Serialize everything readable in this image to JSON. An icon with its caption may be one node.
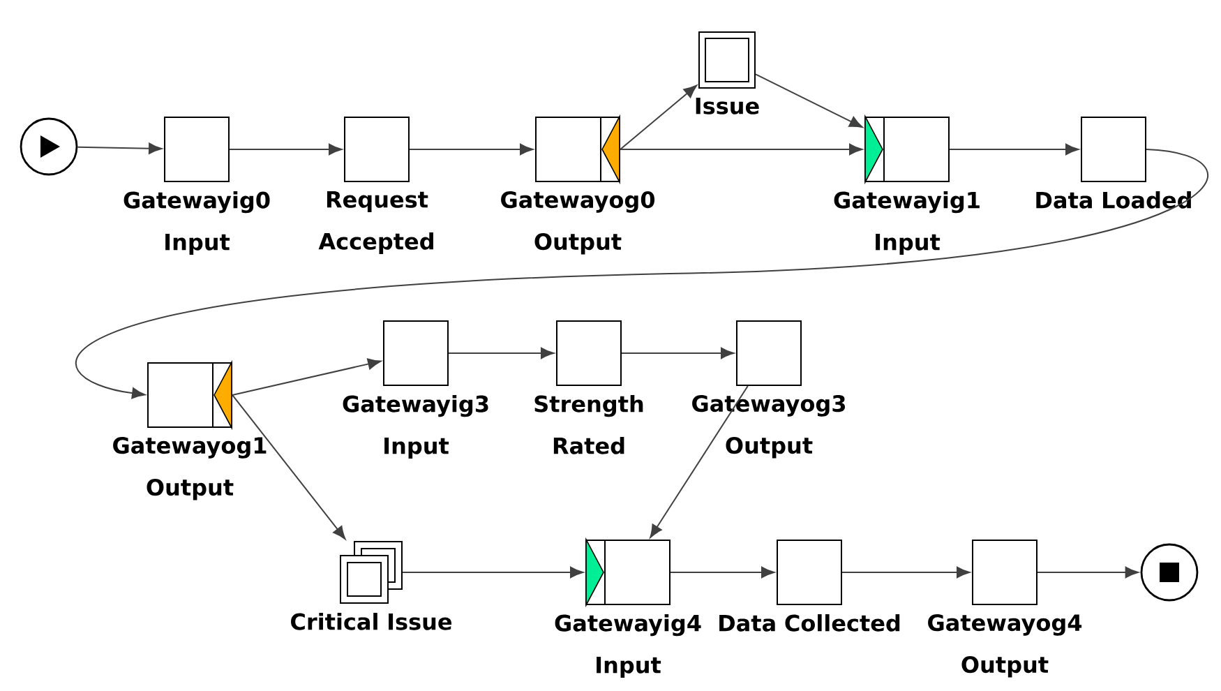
{
  "diagram": {
    "nodes": [
      {
        "text": [],
        "shape": "circle"
      },
      {
        "text": [
          "Gatewayig0 Input"
        ]
      },
      {
        "text": [
          "Request Accepted"
        ]
      },
      {
        "text": [
          "Gatewayog0 Output"
        ]
      },
      {
        "text": [
          "Issue"
        ]
      },
      {
        "text": [
          "Gatewayig1 Input"
        ]
      },
      {
        "text": [
          "Data Loaded"
        ]
      },
      {
        "text": [
          "Gatewayog1 Output"
        ]
      },
      {
        "text": [
          "Gatewayig3 Input"
        ]
      },
      {
        "text": [
          "Strength Rated"
        ]
      },
      {
        "text": [
          "Gatewayog3 Output"
        ]
      },
      {
        "text": [
          "Critical Issue"
        ]
      },
      {
        "text": [
          "Gatewayig4 Input"
        ]
      },
      {
        "text": [
          "Data Collected"
        ]
      },
      {
        "text": [
          "Gatewayog4 Output"
        ]
      },
      {
        "text": [],
        "shape": "circle"
      }
    ],
    "edges": [
      {
        "from": 0,
        "to": 1,
        "arrow": "to"
      },
      {
        "from": 1,
        "to": 2,
        "arrow": "to"
      },
      {
        "from": 2,
        "to": 3,
        "arrow": "to"
      },
      {
        "from": 3,
        "to": 4,
        "arrow": "to"
      },
      {
        "from": 3,
        "to": 5,
        "arrow": "to"
      },
      {
        "from": 4,
        "to": 5,
        "arrow": "to"
      },
      {
        "from": 5,
        "to": 6,
        "arrow": "to"
      },
      {
        "from": 6,
        "to": 7,
        "arrow": "to"
      },
      {
        "from": 7,
        "to": 8,
        "arrow": "to"
      },
      {
        "from": 7,
        "to": 11,
        "arrow": "to"
      },
      {
        "from": 8,
        "to": 9,
        "arrow": "to"
      },
      {
        "from": 9,
        "to": 10,
        "arrow": "to"
      },
      {
        "from": 10,
        "to": 12,
        "arrow": "to"
      },
      {
        "from": 11,
        "to": 12,
        "arrow": "to"
      },
      {
        "from": 12,
        "to": 13,
        "arrow": "to"
      },
      {
        "from": 13,
        "to": 14,
        "arrow": "to"
      },
      {
        "from": 14,
        "to": 15,
        "arrow": "to"
      }
    ]
  }
}
